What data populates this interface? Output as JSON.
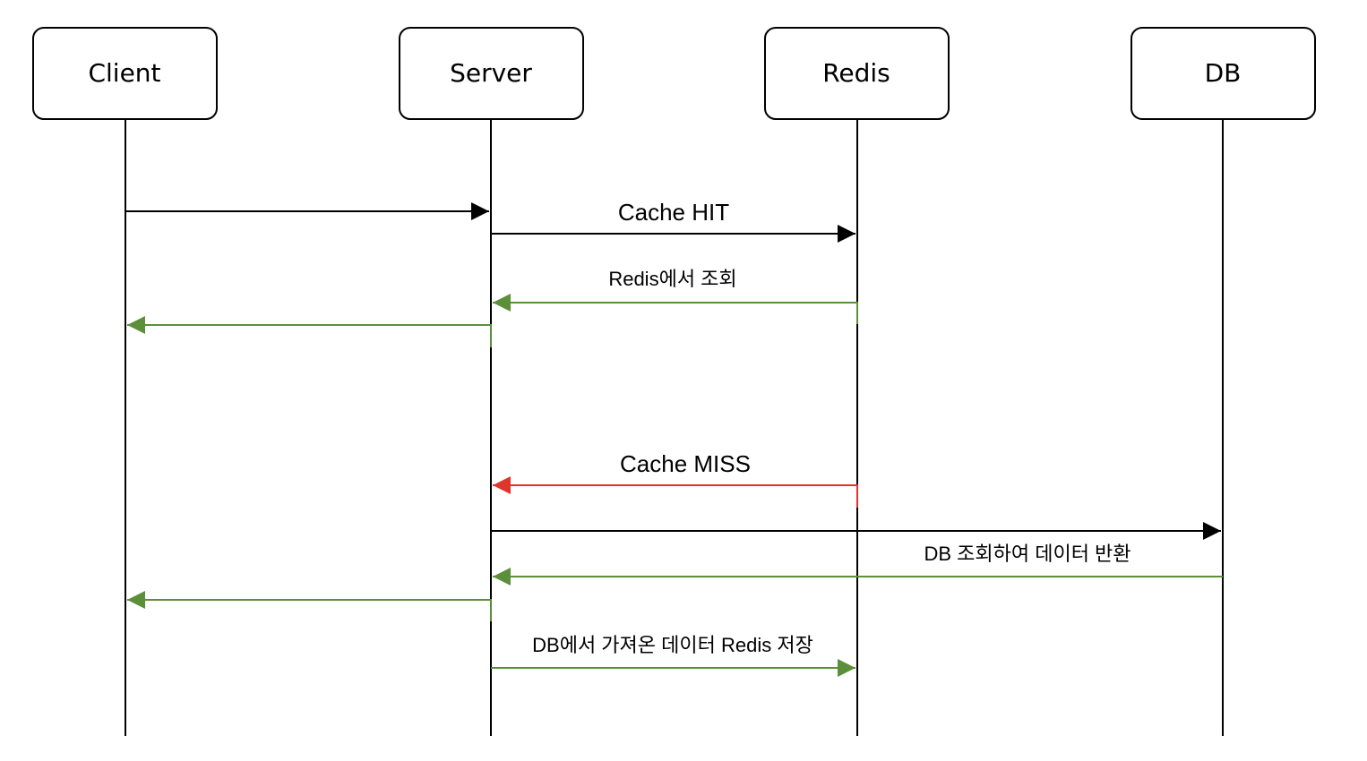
{
  "colors": {
    "black": "#000000",
    "green": "#5b8f3a",
    "red": "#e0352b"
  },
  "actors": [
    {
      "id": "client",
      "label": "Client"
    },
    {
      "id": "server",
      "label": "Server"
    },
    {
      "id": "redis",
      "label": "Redis"
    },
    {
      "id": "db",
      "label": "DB"
    }
  ],
  "messages": [
    {
      "id": "client-request",
      "from": "client",
      "to": "server",
      "label": "",
      "color": "black"
    },
    {
      "id": "cache-hit",
      "from": "server",
      "to": "redis",
      "label": "Cache HIT",
      "color": "black"
    },
    {
      "id": "redis-lookup",
      "from": "redis",
      "to": "server",
      "label": "Redis에서 조회",
      "color": "green"
    },
    {
      "id": "hit-response",
      "from": "server",
      "to": "client",
      "label": "",
      "color": "green"
    },
    {
      "id": "cache-miss",
      "from": "redis",
      "to": "server",
      "label": "Cache MISS",
      "color": "red"
    },
    {
      "id": "db-request",
      "from": "server",
      "to": "db",
      "label": "",
      "color": "black"
    },
    {
      "id": "db-return",
      "from": "db",
      "to": "server",
      "label": "DB 조회하여 데이터 반환",
      "color": "green"
    },
    {
      "id": "miss-response",
      "from": "server",
      "to": "client",
      "label": "",
      "color": "green"
    },
    {
      "id": "redis-store",
      "from": "server",
      "to": "redis",
      "label": "DB에서 가져온 데이터 Redis 저장",
      "color": "green"
    }
  ]
}
